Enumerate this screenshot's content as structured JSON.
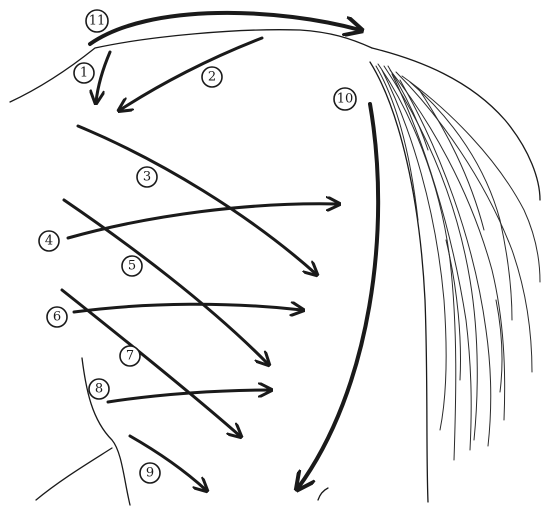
{
  "diagram": {
    "steps": [
      {
        "label": "1"
      },
      {
        "label": "2"
      },
      {
        "label": "3"
      },
      {
        "label": "4"
      },
      {
        "label": "5"
      },
      {
        "label": "6"
      },
      {
        "label": "7"
      },
      {
        "label": "8"
      },
      {
        "label": "9"
      },
      {
        "label": "10"
      },
      {
        "label": "11"
      }
    ],
    "colors": {
      "ink": "#1a1a1a",
      "background": "#ffffff"
    }
  }
}
